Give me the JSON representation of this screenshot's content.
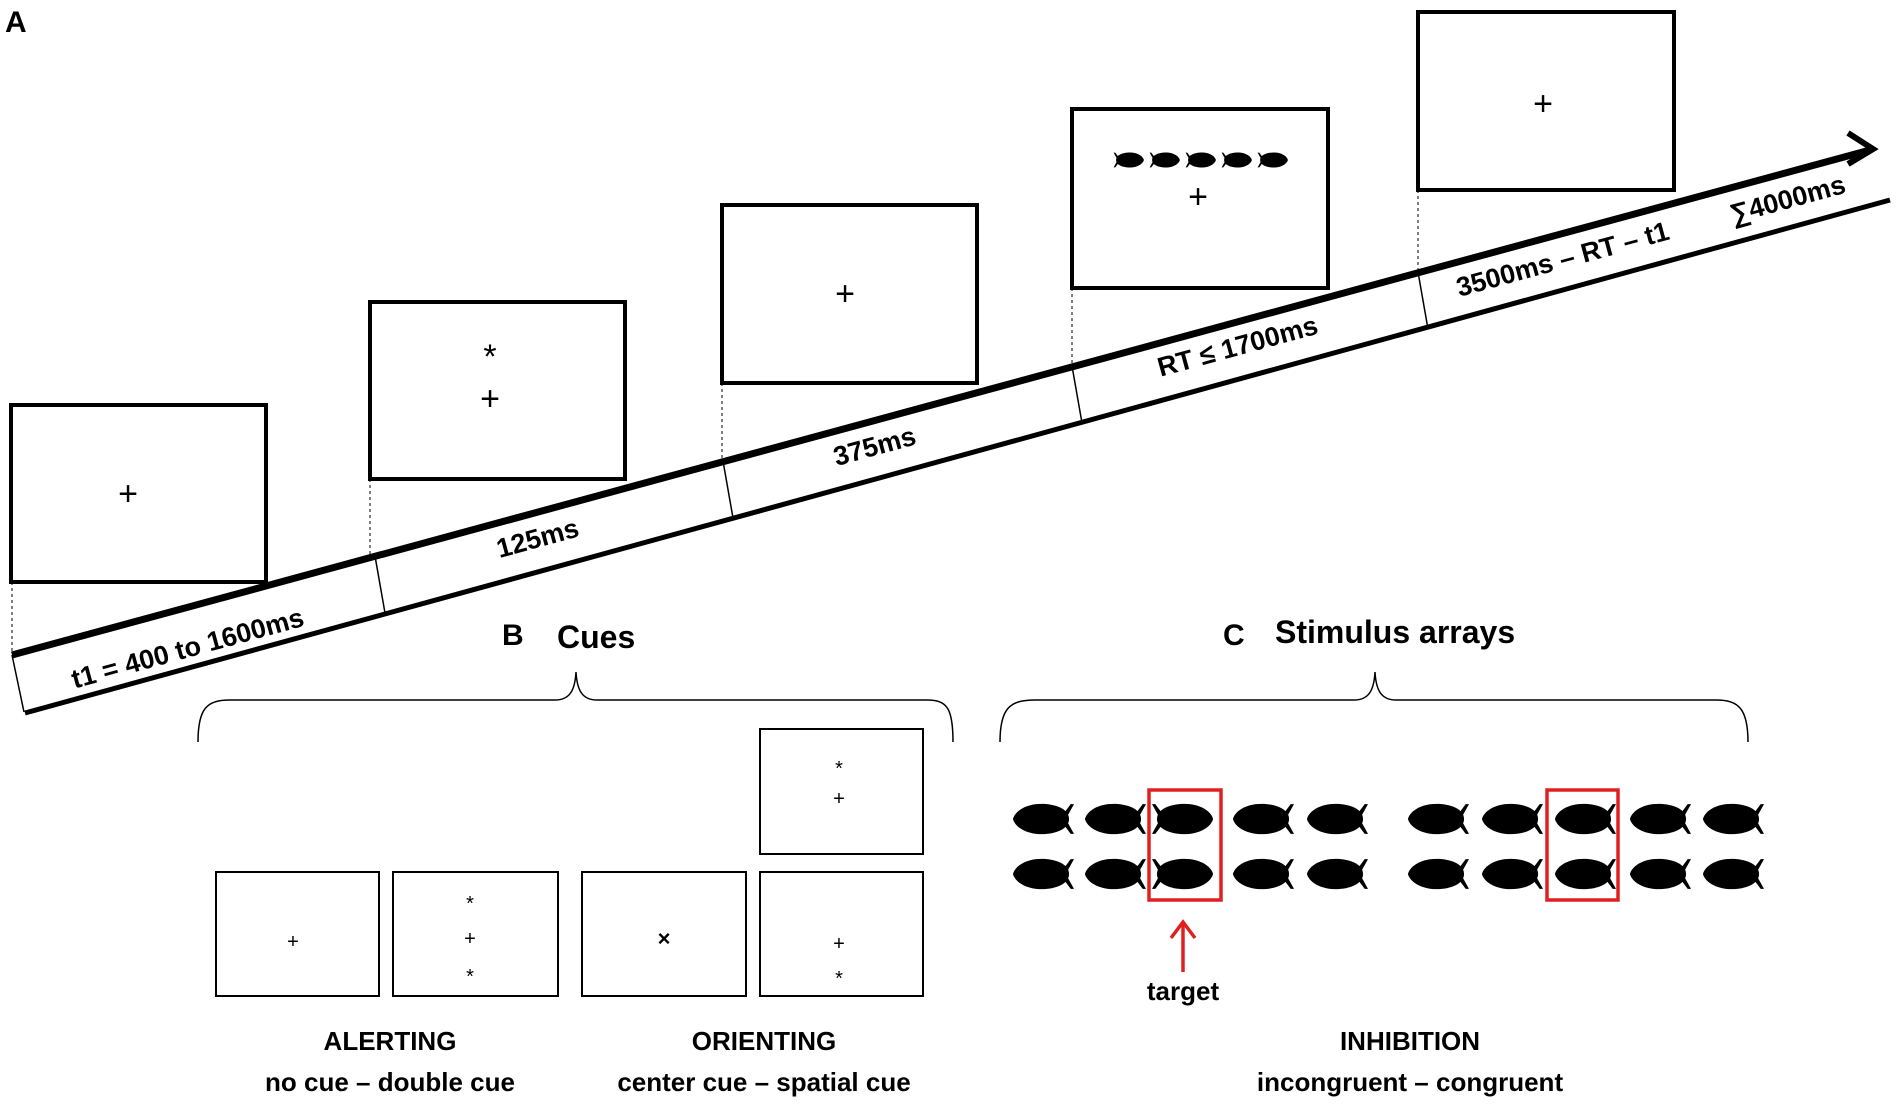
{
  "panel_a": {
    "label": "A",
    "frame_symbols": [
      "+",
      "*",
      "+",
      "+",
      "+",
      "+"
    ],
    "durations": {
      "t1": "t1 = 400 to 1600ms",
      "cue": "125ms",
      "pre_target": "375ms",
      "response": "RT ≤ 1700ms",
      "post": "3500ms – RT – t1",
      "total": "∑4000ms"
    }
  },
  "panel_b": {
    "label": "B",
    "title": "Cues",
    "symbol_star": "*",
    "symbol_plus": "+",
    "symbol_x": "×",
    "alerting": {
      "title": "ALERTING",
      "subtitle": "no cue – double cue"
    },
    "orienting": {
      "title": "ORIENTING",
      "subtitle": "center cue – spatial cue"
    }
  },
  "panel_c": {
    "label": "C",
    "title": "Stimulus arrays",
    "target_label": "target",
    "inhibition": {
      "title": "INHIBITION",
      "subtitle": "incongruent – congruent"
    }
  },
  "colors": {
    "ink": "#000000",
    "highlight": "#e02020"
  }
}
